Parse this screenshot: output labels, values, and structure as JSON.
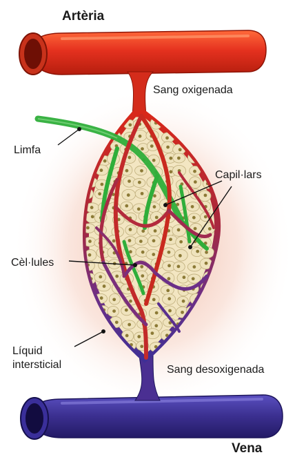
{
  "labels": {
    "arteria": "Artèria",
    "sang_oxigenada": "Sang oxigenada",
    "limfa": "Limfa",
    "capillars": "Capil·lars",
    "cellules": "Cèl·lules",
    "liquid_line1": "Líquid",
    "liquid_line2": "intersticial",
    "sang_desoxigenada": "Sang desoxigenada",
    "vena": "Vena"
  },
  "colors": {
    "artery": "#e5311f",
    "artery_dark": "#9b1407",
    "vein": "#3b2f8f",
    "vein_dark": "#1c145a",
    "lymph": "#2fae3a",
    "cell_fill": "#efe3bd",
    "cell_nucleus": "#8c7a36",
    "glow": "#e07a52"
  }
}
